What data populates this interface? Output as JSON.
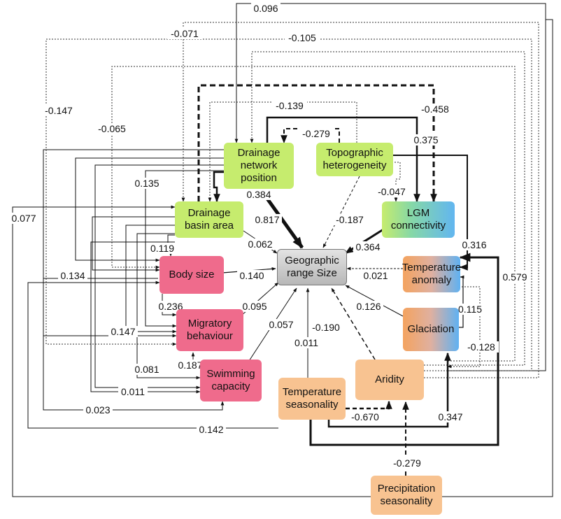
{
  "nodes": {
    "drainage_network_position": "Drainage\nnetwork\nposition",
    "topographic_heterogeneity": "Topographic\nheterogeneity",
    "drainage_basin_area": "Drainage\nbasin area",
    "lgm_connectivity": "LGM\nconnectivity",
    "body_size": "Body size",
    "geographic_range_size": "Geographic\nrange Size",
    "temperature_anomaly": "Temperature\nanomaly",
    "migratory_behaviour": "Migratory\nbehaviour",
    "glaciation": "Glaciation",
    "swimming_capacity": "Swimming\ncapacity",
    "aridity": "Aridity",
    "temperature_seasonality": "Temperature\nseasonality",
    "precipitation_seasonality": "Precipitation\nseasonality"
  },
  "coefficients": {
    "c_0_096": "0.096",
    "c_n0_071": "-0.071",
    "c_n0_105": "-0.105",
    "c_n0_147": "-0.147",
    "c_n0_065": "-0.065",
    "c_n0_458": "-0.458",
    "c_n0_139": "-0.139",
    "c_n0_279_top": "-0.279",
    "c_0_375": "0.375",
    "c_0_135": "0.135",
    "c_0_384": "0.384",
    "c_n0_047": "-0.047",
    "c_0_077": "0.077",
    "c_0_817": "0.817",
    "c_n0_187": "-0.187",
    "c_0_062": "0.062",
    "c_0_364": "0.364",
    "c_0_316": "0.316",
    "c_0_119": "0.119",
    "c_0_140": "0.140",
    "c_0_021": "0.021",
    "c_0_134": "0.134",
    "c_0_579": "0.579",
    "c_0_236": "0.236",
    "c_0_095": "0.095",
    "c_0_126": "0.126",
    "c_0_115": "0.115",
    "c_0_147": "0.147",
    "c_n0_190": "-0.190",
    "c_0_057": "0.057",
    "c_0_011_mid": "0.011",
    "c_n0_128": "-0.128",
    "c_0_081": "0.081",
    "c_0_187": "0.187",
    "c_0_011_left": "0.011",
    "c_0_023": "0.023",
    "c_n0_670": "-0.670",
    "c_0_347": "0.347",
    "c_0_142": "0.142",
    "c_n0_279_bottom": "-0.279"
  }
}
